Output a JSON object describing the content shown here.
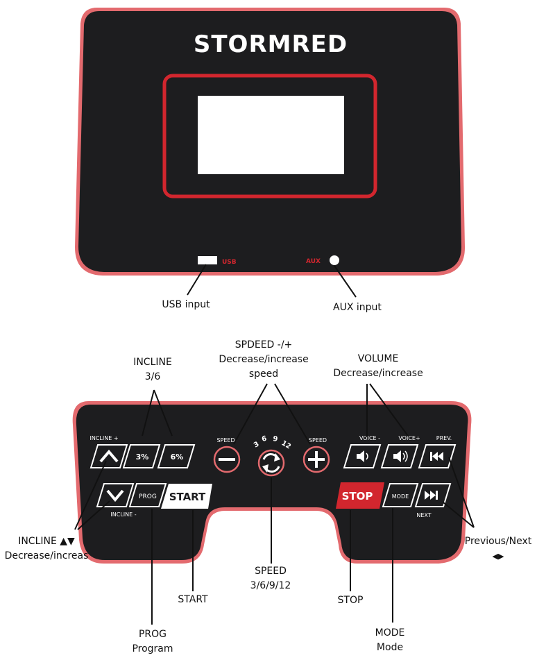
{
  "brand": {
    "name": "STORMRED"
  },
  "ports": {
    "usb": "USB",
    "aux": "AUX"
  },
  "panel_labels": {
    "incline_plus": "INCLINE +",
    "incline_minus": "INCLINE -",
    "speed_minus": "SPEED-",
    "speed_plus": "SPEED",
    "voice_minus": "VOICE -",
    "voice_plus": "VOICE+",
    "prev": "PREV.",
    "next": "NEXT",
    "speed_dial": [
      "3",
      "6",
      "9",
      "12"
    ]
  },
  "buttons": {
    "incline_3": "3%",
    "incline_6": "6%",
    "prog": "PROG",
    "start": "START",
    "stop": "STOP",
    "mode": "MODE"
  },
  "annotations": {
    "usb_input": "USB input",
    "aux_input": "AUX input",
    "incline_36": [
      "INCLINE",
      "3/6"
    ],
    "speed_pm": [
      "SPDEED -/+",
      "Decrease/increase",
      "speed"
    ],
    "volume": [
      "VOLUME",
      "Decrease/increase"
    ],
    "incline_arrows": [
      "INCLINE ▲▼",
      "Decrease/increas"
    ],
    "speed_values": [
      "SPEED",
      "3/6/9/12"
    ],
    "start": "START",
    "prog": [
      "PROG",
      "Program"
    ],
    "stop": "STOP",
    "mode": [
      "MODE",
      "Mode"
    ],
    "prev_next": [
      "Previous/Next",
      "◀▶"
    ]
  },
  "colors": {
    "panel": "#1d1d1f",
    "accent": "#d2262e",
    "rim": "#e36a6e",
    "screen": "#ffffff"
  }
}
